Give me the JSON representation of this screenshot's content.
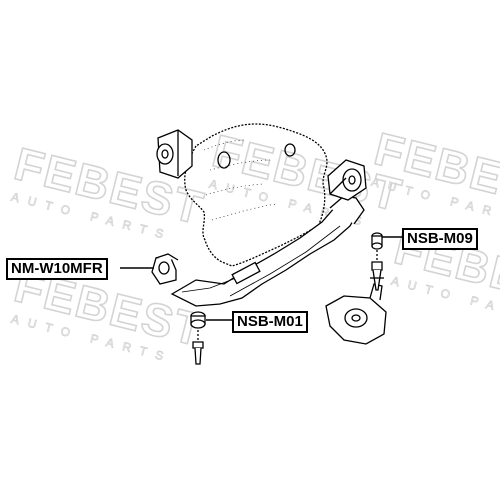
{
  "watermark": {
    "brand": "FEBEST",
    "tagline": "AUTO PARTS",
    "color": "#d4d4d4"
  },
  "part_labels": {
    "nm_w10mfr": "NM-W10MFR",
    "nsb_m01": "NSB-M01",
    "nsb_m09": "NSB-M09"
  }
}
